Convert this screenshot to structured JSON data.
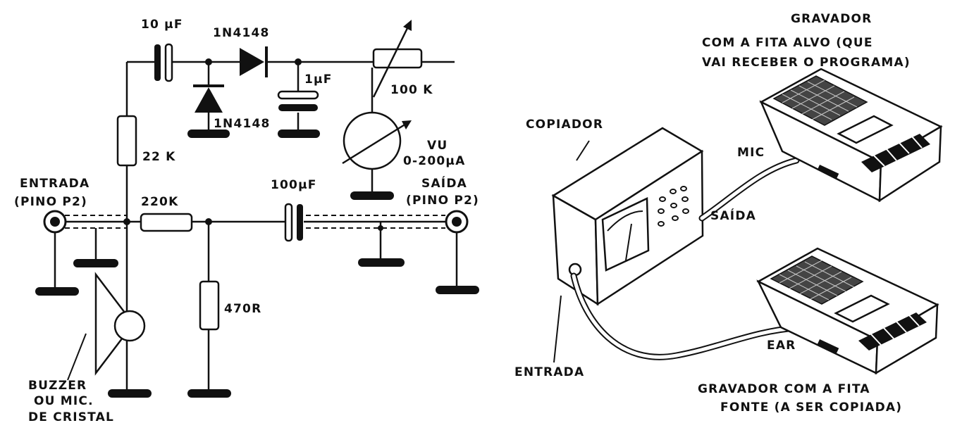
{
  "schematic": {
    "c_input": "10 µF",
    "d_series": "1N4148",
    "d_shunt": "1N4148",
    "c_filter": "1µF",
    "pot": "100 K",
    "meter_name": "VU",
    "meter_range": "0-200µA",
    "r_bias": "22 K",
    "r_series": "220K",
    "c_output": "100µF",
    "r_load": "470R",
    "input_label": [
      "ENTRADA",
      "(PINO P2)"
    ],
    "output_label": [
      "SAÍDA",
      "(PINO P2)"
    ],
    "buzzer_label": [
      "BUZZER",
      "OU MIC.",
      "DE CRISTAL"
    ]
  },
  "illustration": {
    "copier_label": "COPIADOR",
    "target_recorder_label": [
      "GRAVADOR",
      "COM A FITA ALVO (QUE",
      "VAI RECEBER O PROGRAMA)"
    ],
    "source_recorder_label": [
      "GRAVADOR COM A FITA",
      "FONTE (A SER COPIADA)"
    ],
    "mic_label": "MIC",
    "ear_label": "EAR",
    "output_label": "SAÍDA",
    "input_label": "ENTRADA"
  }
}
